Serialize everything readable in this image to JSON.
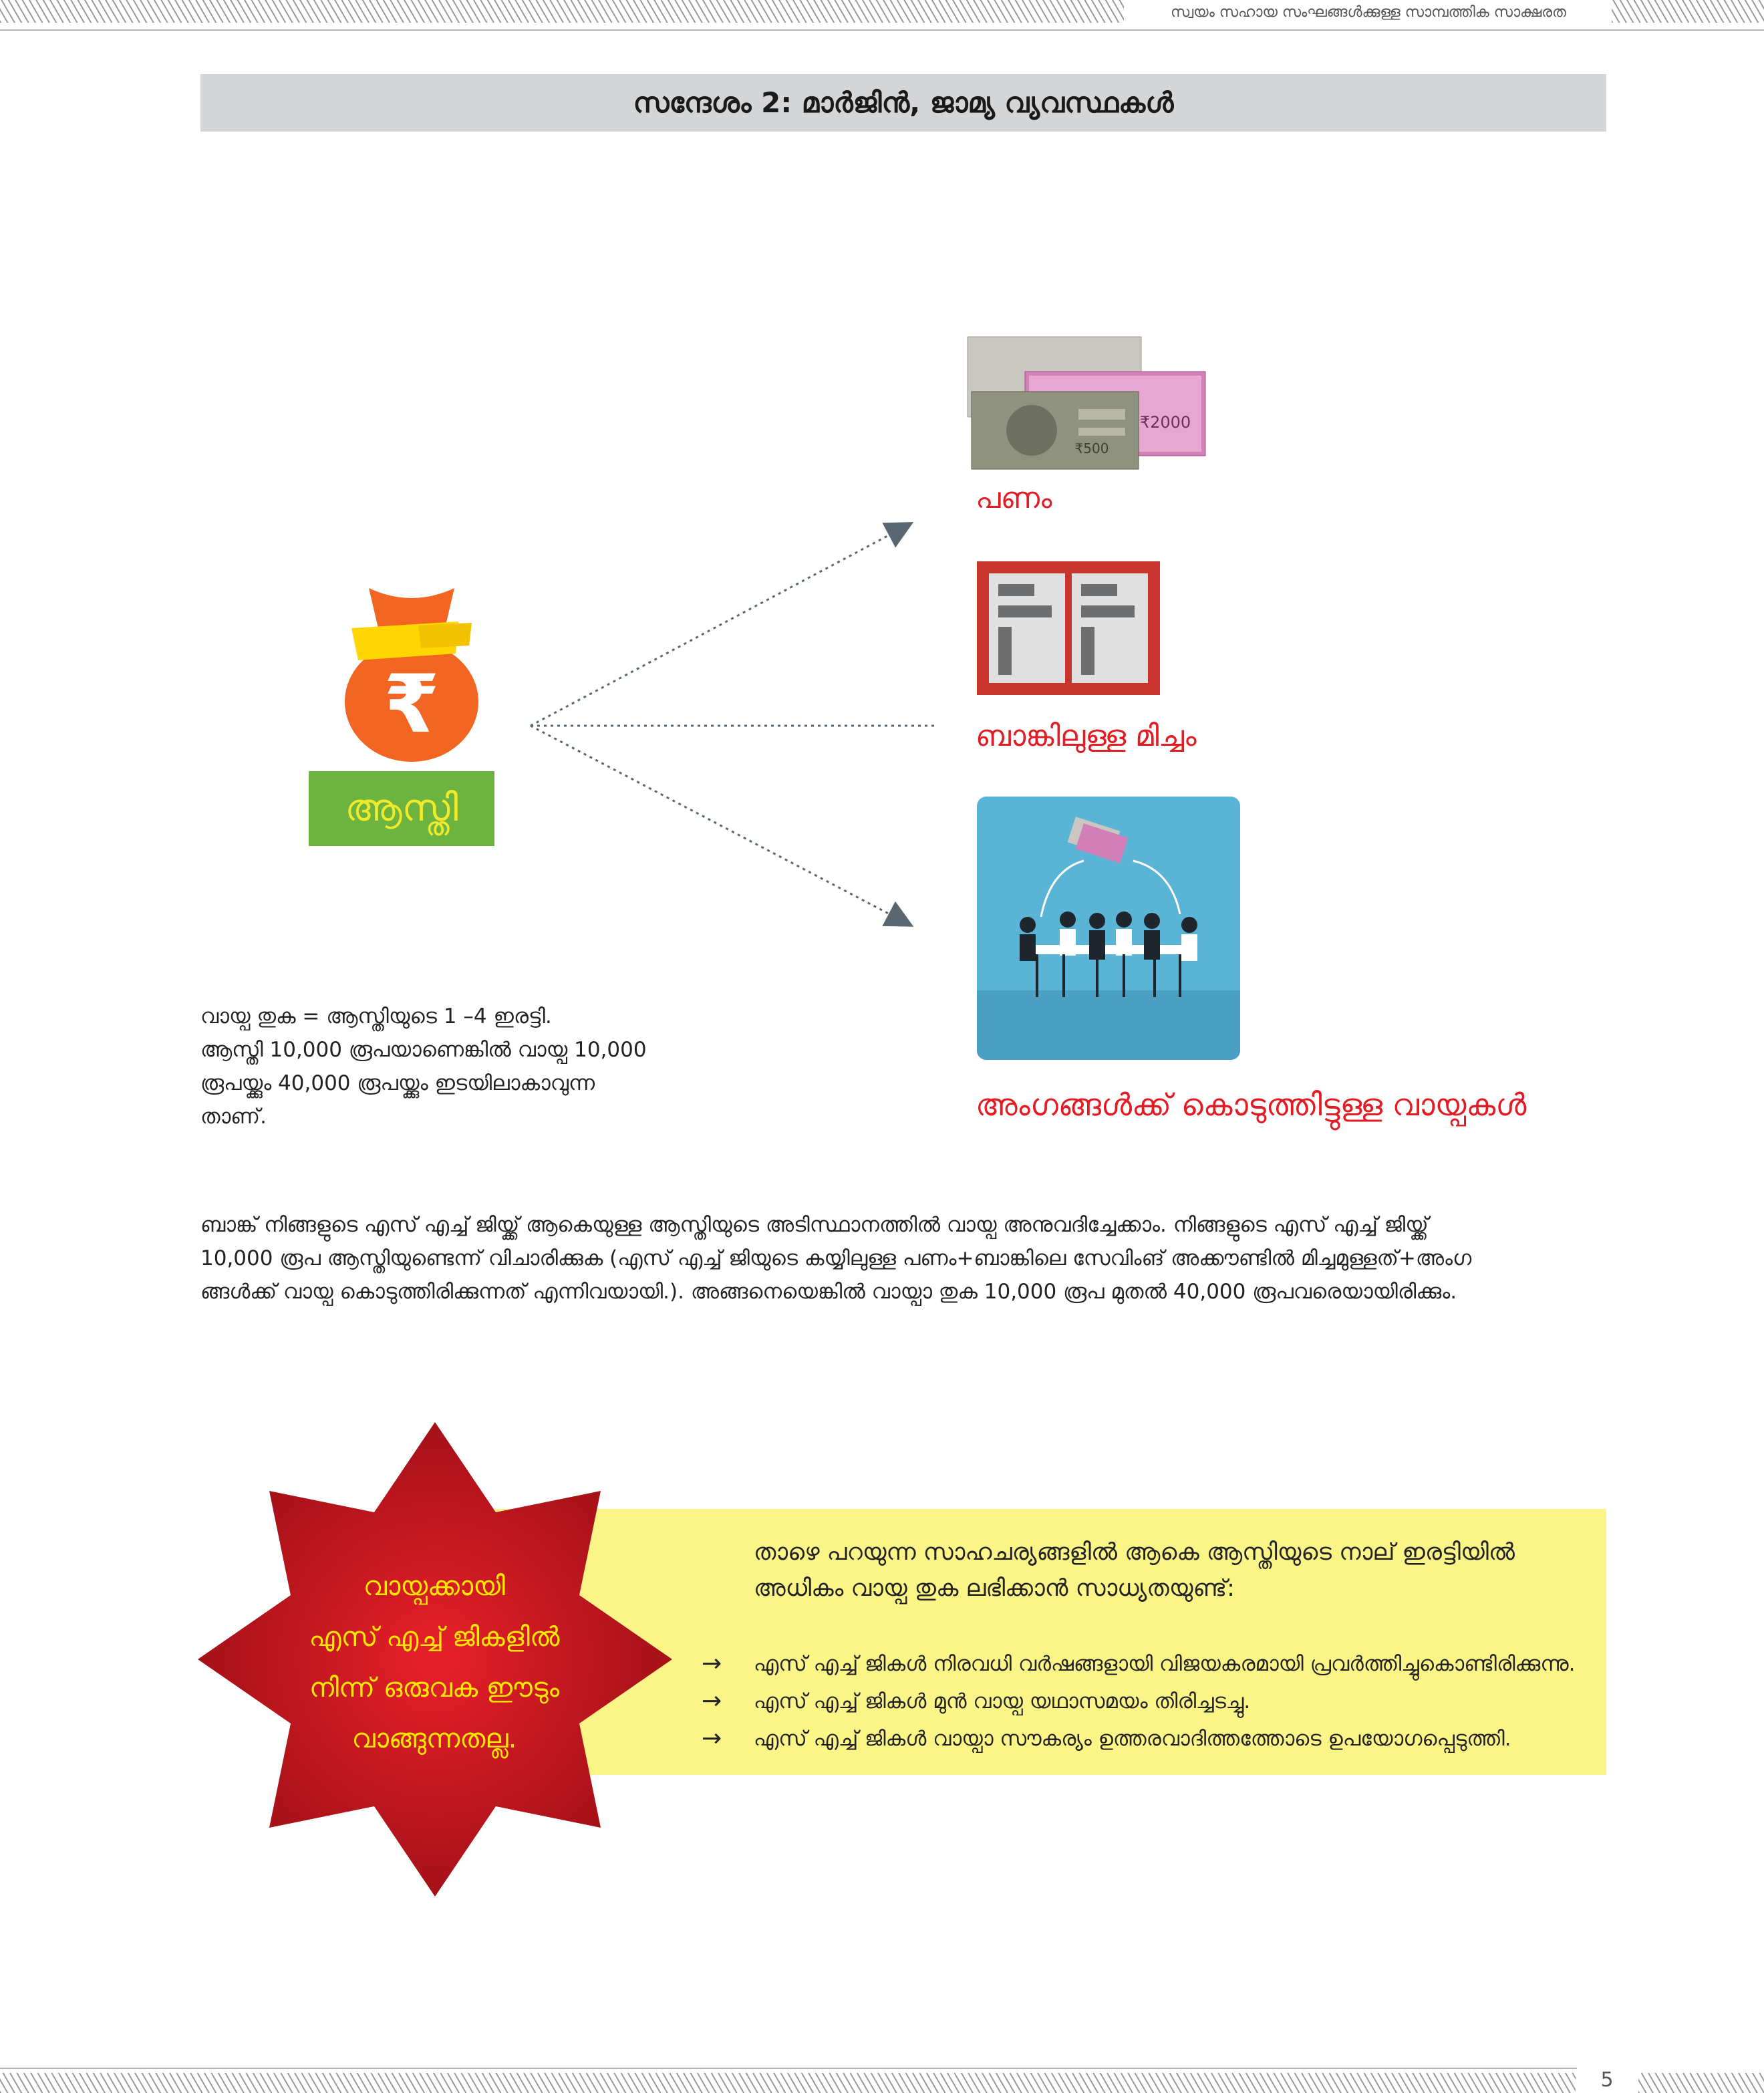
{
  "header": {
    "running_title": "സ്വയം സഹായ സംഘങ്ങൾക്കുള്ള സാമ്പത്തിക സാക്ഷരത",
    "page_number": "5"
  },
  "title": "സന്ദേശം 2: മാർജിൻ, ജാമ്യ വ്യവസ്ഥകൾ",
  "diagram": {
    "asset_label": "ആസ്തി",
    "asset_icon": "rupee-money-bag-icon",
    "targets": [
      {
        "label": "പണം",
        "icon": "currency-notes-image"
      },
      {
        "label": "ബാങ്കിലുള്ള മിച്ചം",
        "icon": "bank-passbook-icon"
      },
      {
        "label": "അംഗങ്ങൾക്ക് കൊടുത്തിട്ടുള്ള വായ്പകൾ",
        "icon": "group-meeting-illustration"
      }
    ]
  },
  "note_lines": [
    "വായ്പ തുക = ആസ്തിയുടെ 1 –4 ഇരട്ടി.",
    "ആസ്തി 10,000 രൂപയാണെങ്കിൽ വായ്പ 10,000",
    "രൂപയ്ക്കും  40,000 രൂപയ്ക്കും ഇടയിലാകാവുന്ന",
    "താണ്."
  ],
  "paragraph_lines": [
    "ബാങ്ക് നിങ്ങളുടെ എസ് എച്ച് ജിയ്ക്ക് ആകെയുള്ള ആസ്തിയുടെ അടിസ്ഥാനത്തിൽ വായ്പ അനുവദിച്ചേക്കാം. നിങ്ങളുടെ എസ് എച്ച് ജിയ്ക്ക്",
    "10,000 രൂപ ആസ്തിയുണ്ടെന്ന് വിചാരിക്കുക (എസ് എച്ച് ജിയുടെ കയ്യിലുള്ള പണം+ബാങ്കിലെ സേവിംങ് അക്കൗണ്ടിൽ മിച്ചമുള്ളത്+അംഗ",
    "ങ്ങൾക്ക് വായ്പ കൊടുത്തിരിക്കുന്നത് എന്നിവയായി.). അങ്ങനെയെങ്കിൽ വായ്പാ തുക 10,000 രൂപ മുതൽ 40,000 രൂപവരെയായിരിക്കും."
  ],
  "star_lines": [
    "വായ്പക്കായി",
    "എസ് എച്ച് ജികളിൽ",
    "നിന്ന് ഒരുവക ഈടും",
    "വാങ്ങുന്നതല്ല."
  ],
  "highlight": {
    "intro_lines": [
      "താഴെ പറയുന്ന സാഹചര്യങ്ങളിൽ ആകെ ആസ്തിയുടെ നാല് ഇരട്ടിയിൽ",
      "അധികം വായ്പ തുക ലഭിക്കാൻ സാധ്യതയുണ്ട്:"
    ],
    "bullet_glyph": "→",
    "items": [
      "എസ് എച്ച് ജികൾ നിരവധി വർഷങ്ങളായി വിജയകരമായി പ്രവർത്തിച്ചുകൊണ്ടിരിക്കുന്നു.",
      "എസ് എച്ച് ജികൾ മുൻ വായ്പ യഥാസമയം തിരിച്ചടച്ചു.",
      "എസ് എച്ച് ജികൾ വായ്പാ സൗകര്യം ഉത്തരവാദിത്തത്തോടെ ഉപയോഗപ്പെടുത്തി."
    ]
  },
  "colors": {
    "title_bar": "#d4d5d7",
    "label_red": "#e31b23",
    "asset_green": "#6cb33f",
    "asset_text_yellow": "#f1ea2a",
    "bag_orange": "#f26522",
    "highlight_yellow": "#fbf587",
    "star_red": "#b5121b",
    "star_text": "#ffe800",
    "meeting_bg": "#5ab4d6"
  }
}
